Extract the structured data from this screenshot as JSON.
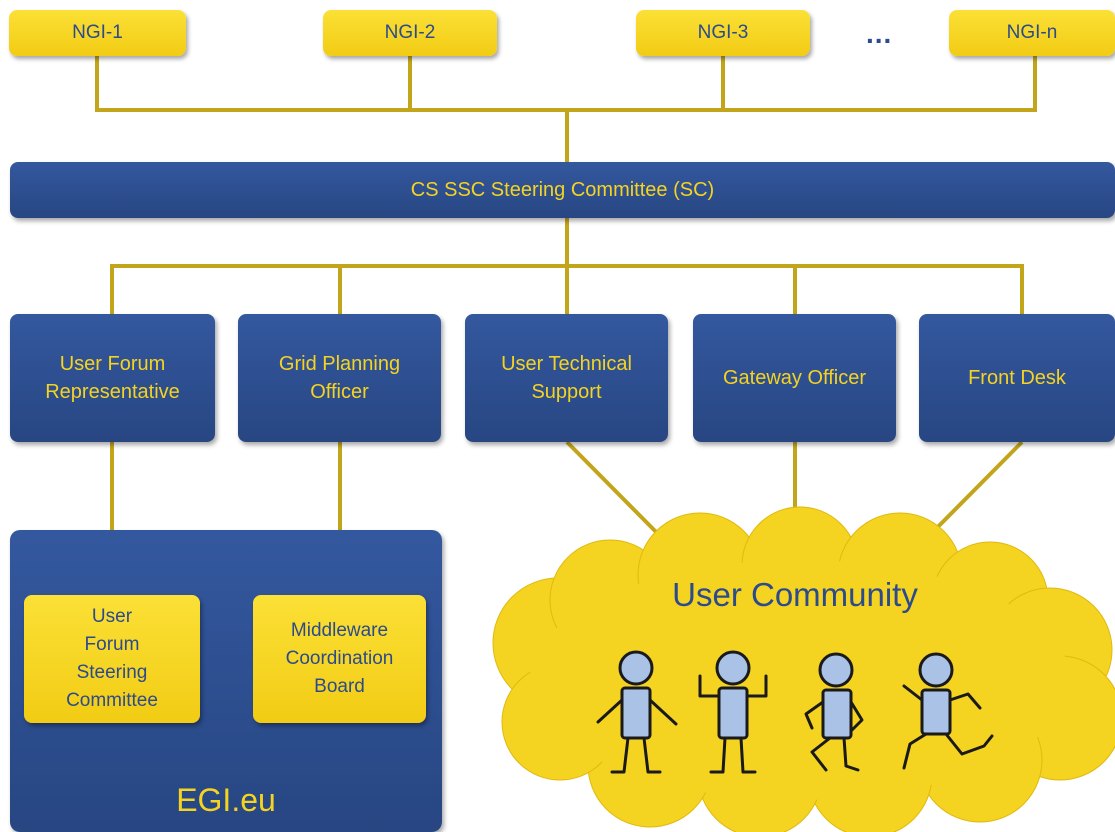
{
  "ngis": [
    {
      "label": "NGI-1"
    },
    {
      "label": "NGI-2"
    },
    {
      "label": "NGI-3"
    },
    {
      "label": "NGI-n"
    }
  ],
  "ellipsis": "...",
  "steering_committee": {
    "label": "CS SSC Steering Committee (SC)"
  },
  "roles": [
    {
      "label": "User Forum\nRepresentative"
    },
    {
      "label": "Grid Planning\nOfficer"
    },
    {
      "label": "User Technical\nSupport"
    },
    {
      "label": "Gateway Officer"
    },
    {
      "label": "Front Desk"
    }
  ],
  "egi": {
    "label": "EGI.eu",
    "boxes": [
      {
        "label": "User\nForum\nSteering\nCommittee"
      },
      {
        "label": "Middleware\nCoordination\nBoard"
      }
    ]
  },
  "user_community": {
    "label": "User Community"
  },
  "colors": {
    "navy": "#2b4a8b",
    "yellow": "#f5d321",
    "connector": "#c3a51c",
    "figure_body": "#a9c2e6"
  }
}
